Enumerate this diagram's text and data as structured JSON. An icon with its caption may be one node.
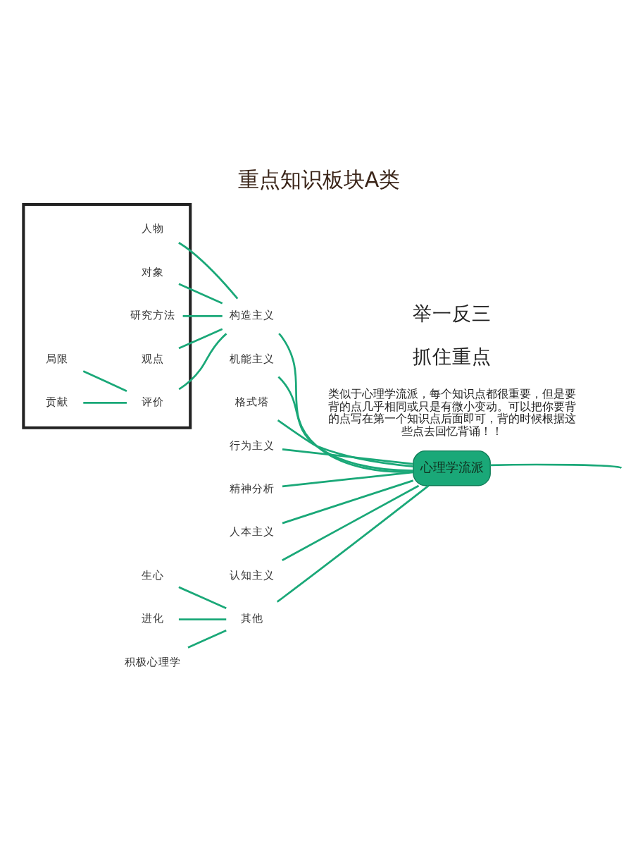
{
  "diagram": {
    "title": "重点知识板块A类",
    "nodes": [
      {
        "text": [
          "心理学流派"
        ]
      },
      {
        "text": [
          "构造主义"
        ]
      },
      {
        "text": [],
        "shape": "box"
      },
      {
        "text": [
          "人物"
        ],
        "in": 2
      },
      {
        "text": [
          "对象"
        ],
        "in": 2
      },
      {
        "text": [
          "研究方法"
        ],
        "in": 2
      },
      {
        "text": [
          "观点"
        ],
        "in": 2
      },
      {
        "text": [
          "评价"
        ],
        "in": 2
      },
      {
        "text": [
          "贡献"
        ],
        "in": 2
      },
      {
        "text": [
          "局限"
        ],
        "in": 2
      },
      {
        "text": [
          "机能主义"
        ]
      },
      {
        "text": [
          "格式塔"
        ]
      },
      {
        "text": [
          "行为主义"
        ]
      },
      {
        "text": [
          "精神分析"
        ]
      },
      {
        "text": [
          "人本主义"
        ]
      },
      {
        "text": [
          "认知主义"
        ]
      },
      {
        "text": [
          "其他"
        ]
      },
      {
        "text": [
          "生心"
        ]
      },
      {
        "text": [
          "进化"
        ]
      },
      {
        "text": [
          "积极心理学"
        ]
      }
    ],
    "edges": [
      {
        "from": 0,
        "to": 1,
        "arrow": "none"
      },
      {
        "from": 1,
        "to": 3,
        "arrow": "none"
      },
      {
        "from": 1,
        "to": 4,
        "arrow": "none"
      },
      {
        "from": 1,
        "to": 5,
        "arrow": "none"
      },
      {
        "from": 1,
        "to": 6,
        "arrow": "none"
      },
      {
        "from": 1,
        "to": 7,
        "arrow": "none"
      },
      {
        "from": 7,
        "to": 8,
        "arrow": "none"
      },
      {
        "from": 7,
        "to": 9,
        "arrow": "none"
      },
      {
        "from": 0,
        "to": 10,
        "arrow": "none"
      },
      {
        "from": 0,
        "to": 11,
        "arrow": "none"
      },
      {
        "from": 0,
        "to": 12,
        "arrow": "none"
      },
      {
        "from": 0,
        "to": 13,
        "arrow": "none"
      },
      {
        "from": 0,
        "to": 14,
        "arrow": "none"
      },
      {
        "from": 0,
        "to": 15,
        "arrow": "none"
      },
      {
        "from": 0,
        "to": 16,
        "arrow": "none"
      },
      {
        "from": 16,
        "to": 17,
        "arrow": "none"
      },
      {
        "from": 16,
        "to": 18,
        "arrow": "none"
      },
      {
        "from": 16,
        "to": 19,
        "arrow": "none"
      },
      {
        "from": 0,
        "to": null,
        "arrow": "none"
      }
    ],
    "labels": [
      "举一反三",
      "抓住重点",
      "类似于心理学流派，每个知识点都很重要，但是要背的点几乎相同或只是有微小变动。可以把你要背的点写在第一个知识点后面即可，背的时候根据这些点去回忆背诵！！"
    ]
  }
}
